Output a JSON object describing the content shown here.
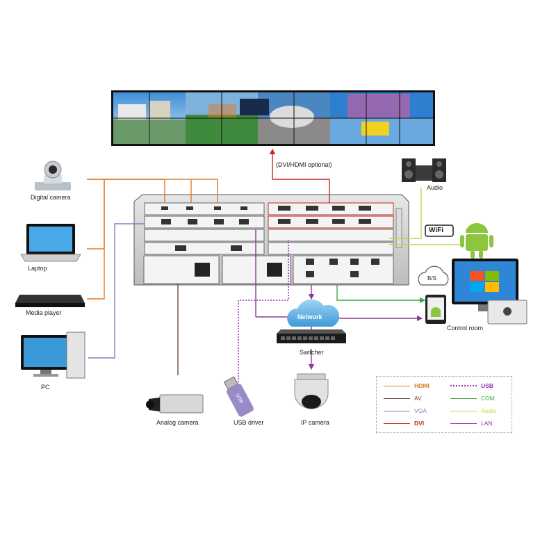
{
  "labels": {
    "digital_camera": "Digital camera",
    "laptop": "Laptop",
    "media_player": "Media player",
    "pc": "PC",
    "analog_camera": "Analog camera",
    "usb_driver": "USB driver",
    "ip_camera": "IP camera",
    "switcher": "Switcher",
    "network": "Network",
    "control_room": "Control room",
    "audio": "Audio",
    "dvi_hdmi": "(DVI/HDMI optional)",
    "wifi": "WiFi",
    "bs": "B/S",
    "usb_on_stick": "USB"
  },
  "legend": [
    {
      "name": "HDMI",
      "color": "#e07b26",
      "style": "solid"
    },
    {
      "name": "USB",
      "color": "#9b30b8",
      "style": "dotted"
    },
    {
      "name": "AV",
      "color": "#6b4a3a",
      "style": "solid"
    },
    {
      "name": "COM",
      "color": "#3aa84a",
      "style": "solid"
    },
    {
      "name": "VGA",
      "color": "#8a7ac0",
      "style": "solid"
    },
    {
      "name": "Audio",
      "color": "#c8d44a",
      "style": "solid"
    },
    {
      "name": "DVI",
      "color": "#c0281e",
      "style": "solid"
    },
    {
      "name": "LAN",
      "color": "#8a3a9a",
      "style": "solid"
    }
  ],
  "colors": {
    "hdmi": "#e07b26",
    "av": "#6b4a3a",
    "vga": "#8a7ac0",
    "dvi": "#c0281e",
    "usb": "#9b30b8",
    "com": "#3aa84a",
    "audio": "#c8d44a",
    "lan": "#8a3a9a"
  }
}
